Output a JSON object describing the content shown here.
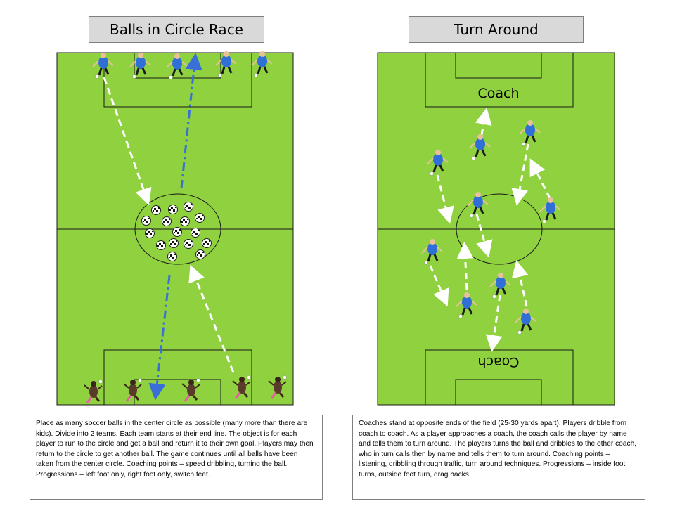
{
  "left_panel": {
    "title": "Balls in Circle Race",
    "description": "Place as many soccer balls in the center circle as possible (many more than there are kids). Divide into 2 teams. Each team starts at their end line. The object is for each player to run to the circle and get a ball and return it to their own goal. Players may then return to the circle to get another ball. The game continues until all balls have been taken from the center circle. Coaching points – speed dribbling, turning the ball. Progressions – left foot only, right foot only, switch feet."
  },
  "right_panel": {
    "title": "Turn Around",
    "coach_top": "Coach",
    "coach_bottom": "Coach",
    "description": "Coaches stand at opposite ends of the field (25-30 yards apart). Players dribble from coach to coach. As a player approaches a coach, the coach calls the player by name and tells them to turn around. The players turns the ball and dribbles to the other coach, who in turn calls then by name and tells them to turn around. Coaching points – listening, dribbling through traffic, turn around techniques. Progressions – inside foot turns, outside foot turn, drag backs."
  },
  "colors": {
    "field": "#8fd13f",
    "lines": "#1a1a1a",
    "blue_team": "#2f6fd6",
    "dark_team": "#5a3a2a",
    "white_arrow": "#ffffff",
    "blue_arrow": "#3a6fd8"
  }
}
